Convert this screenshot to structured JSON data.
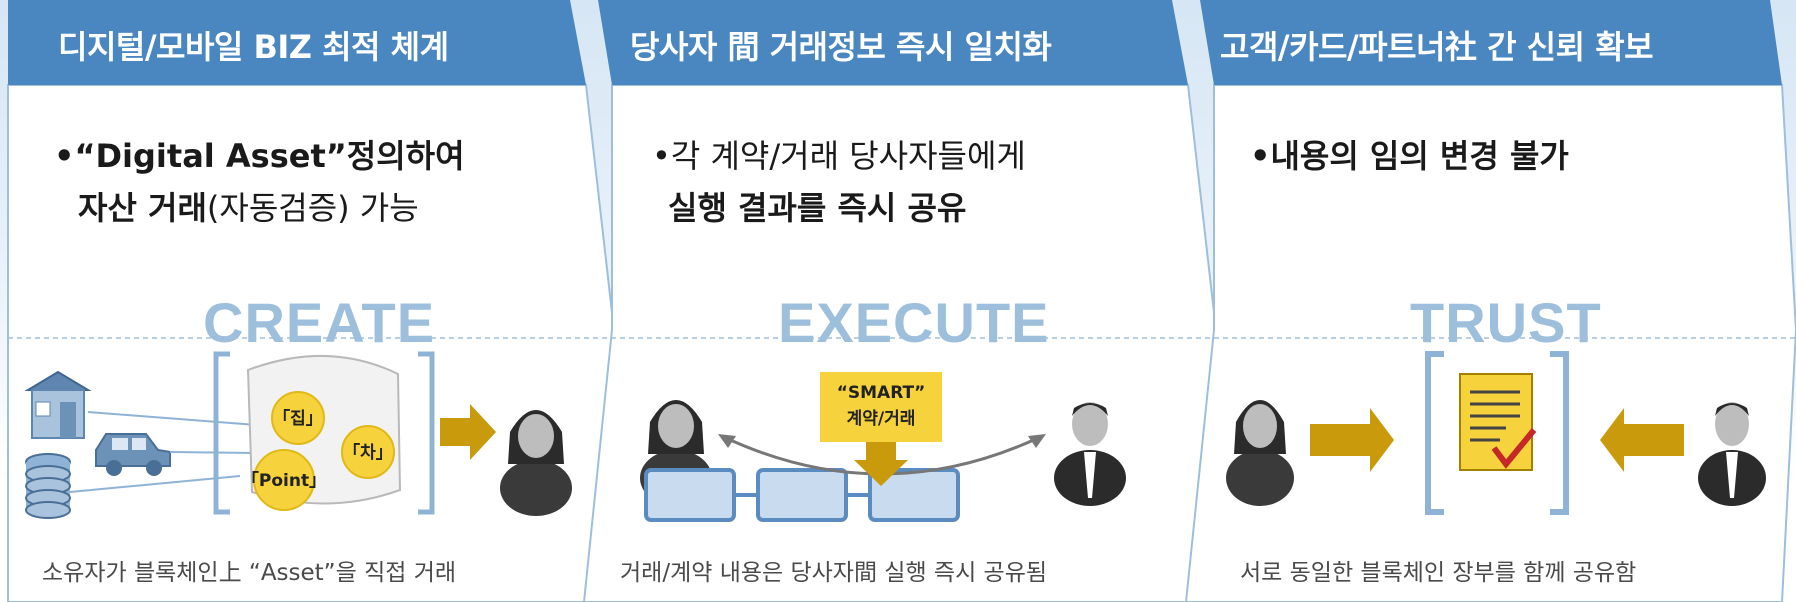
{
  "panels": [
    {
      "header": "디지털/모바일 BIZ 최적 체계",
      "bullet_line1": "•“Digital Asset”정의하여",
      "bullet_line2_bold": "자산 거래",
      "bullet_line2_rest": "(자동검증) 가능",
      "stage": "CREATE",
      "caption": "소유자가 블록체인上 “Asset”을 직접 거래",
      "coins": [
        "「집」",
        "「차」",
        "「Point」"
      ]
    },
    {
      "header": "당사자 間 거래정보 즉시 일치화",
      "bullet_line1": "•각 계약/거래 당사자들에게",
      "bullet_line2_bold": "실행 결과를 즉시 공유",
      "stage": "EXECUTE",
      "caption": "거래/계약 내용은 당사자間 실행 즉시 공유됨",
      "smart_label_1": "“SMART”",
      "smart_label_2": "계약/거래"
    },
    {
      "header": "고객/카드/파트너社 간 신뢰 확보",
      "bullet_line1": "•내용의 임의 변경 불가",
      "stage": "TRUST",
      "caption": "서로 동일한 블록체인 장부를 함께 공유함"
    }
  ],
  "colors": {
    "header_blue": "#4a86c0",
    "stage_text": "#9dbfdc",
    "arrow_gold": "#c99a0c",
    "coin_yellow": "#f6d33c",
    "bracket_blue": "#8fb3d6"
  }
}
